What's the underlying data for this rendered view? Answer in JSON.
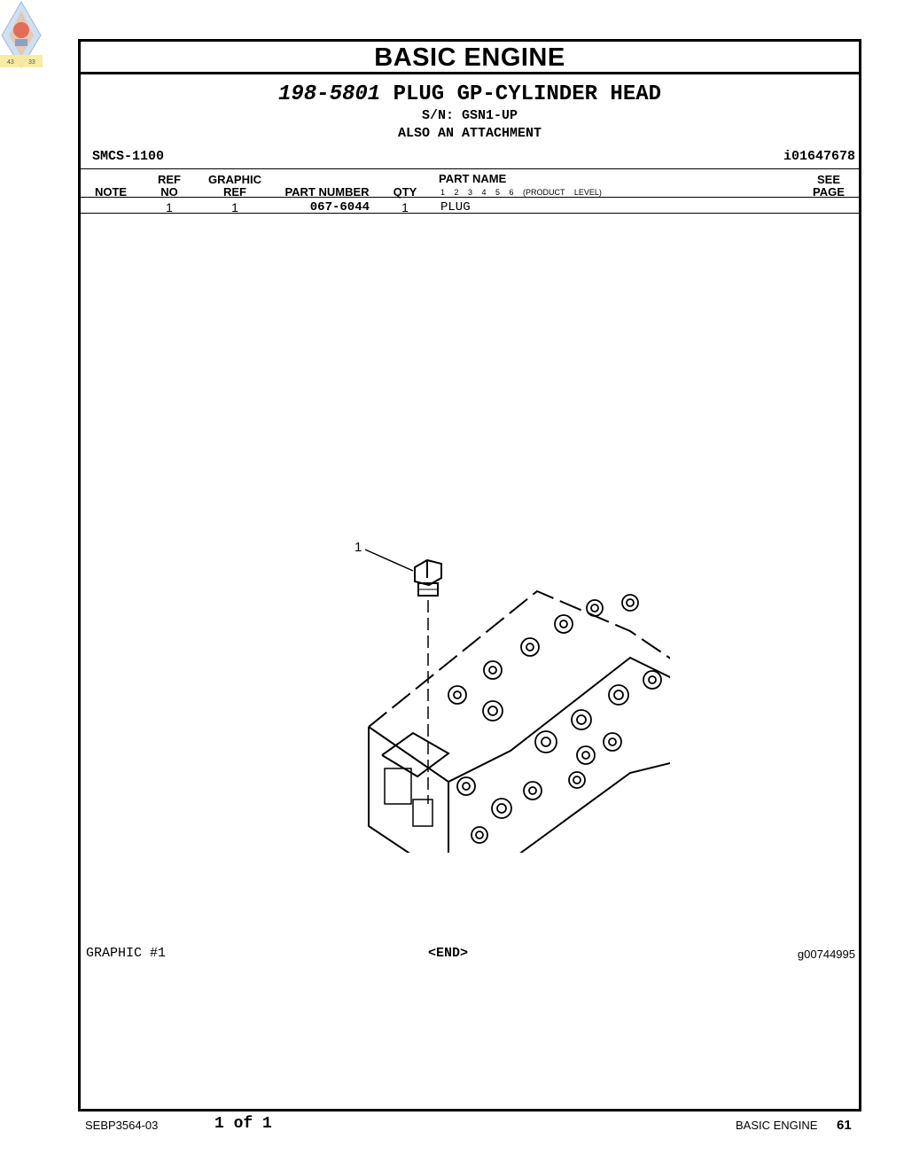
{
  "header": {
    "section_title": "BASIC ENGINE",
    "part_number": "198-5801",
    "part_title": "PLUG GP-CYLINDER HEAD",
    "serial": "S/N: GSN1-UP",
    "note": "ALSO AN ATTACHMENT",
    "smcs": "SMCS-1100",
    "id": "i01647678"
  },
  "columns": {
    "note": "NOTE",
    "ref_no_1": "REF",
    "ref_no_2": "NO",
    "graphic_ref_1": "GRAPHIC",
    "graphic_ref_2": "REF",
    "part_number": "PART NUMBER",
    "qty": "QTY",
    "part_name": "PART NAME",
    "levels": "1 2 3 4 5 6 (PRODUCT LEVEL)",
    "see_page_1": "SEE",
    "see_page_2": "PAGE"
  },
  "rows": [
    {
      "ref_no": "1",
      "graphic_ref": "1",
      "part_number": "067-6044",
      "qty": "1",
      "part_name": "PLUG"
    }
  ],
  "graphic": {
    "callout": "1",
    "label": "GRAPHIC #1",
    "end_marker": "<END>",
    "graphic_id": "g00744995"
  },
  "logo": {
    "left_number": "43",
    "right_number": "33"
  },
  "footer": {
    "doc_id": "SEBP3564-03",
    "page_count": "1 of 1",
    "section": "BASIC ENGINE",
    "page_number": "61"
  }
}
